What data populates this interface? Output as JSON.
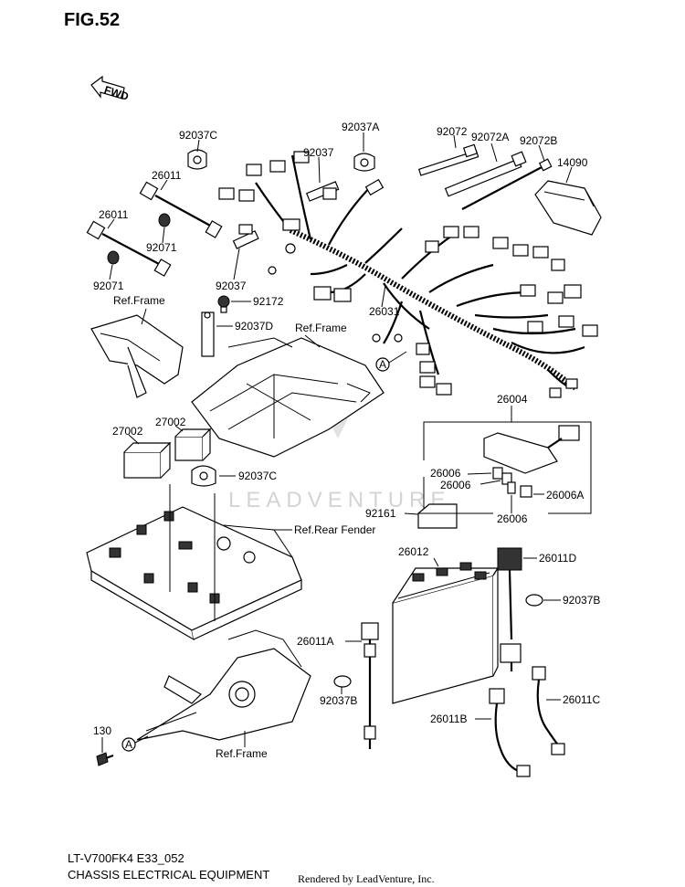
{
  "header": {
    "fig_label": "FIG.52",
    "fwd_label": "FWD"
  },
  "labels": {
    "p_92037C_top": "92037C",
    "p_92037A": "92037A",
    "p_92037": "92037",
    "p_92072": "92072",
    "p_92072A": "92072A",
    "p_92072B": "92072B",
    "p_14090": "14090",
    "p_26011_a": "26011",
    "p_26011_b": "26011",
    "p_92071_a": "92071",
    "p_92071_b": "92071",
    "p_92037_lower": "92037",
    "p_92172": "92172",
    "p_ref_frame_1": "Ref.Frame",
    "p_92037D": "92037D",
    "p_ref_frame_2": "Ref.Frame",
    "p_26031": "26031",
    "p_circle_a_1": "A",
    "p_26004": "26004",
    "p_27002_a": "27002",
    "p_27002_b": "27002",
    "p_92037C_mid": "92037C",
    "p_26006_a": "26006",
    "p_26006_b": "26006",
    "p_26006A": "26006A",
    "p_26006_c": "26006",
    "p_92161": "92161",
    "p_ref_rear_fender": "Ref.Rear Fender",
    "p_26012": "26012",
    "p_26011D": "26011D",
    "p_92037B_a": "92037B",
    "p_26011A": "26011A",
    "p_92037B_b": "92037B",
    "p_26011C": "26011C",
    "p_26011B": "26011B",
    "p_130": "130",
    "p_circle_a_2": "A",
    "p_ref_frame_3": "Ref.Frame"
  },
  "watermark": "LEADVENTURE",
  "footer": {
    "model": "LT-V700FK4 E33_052",
    "section": "CHASSIS ELECTRICAL EQUIPMENT",
    "render_credit": "Rendered by LeadVenture, Inc."
  }
}
